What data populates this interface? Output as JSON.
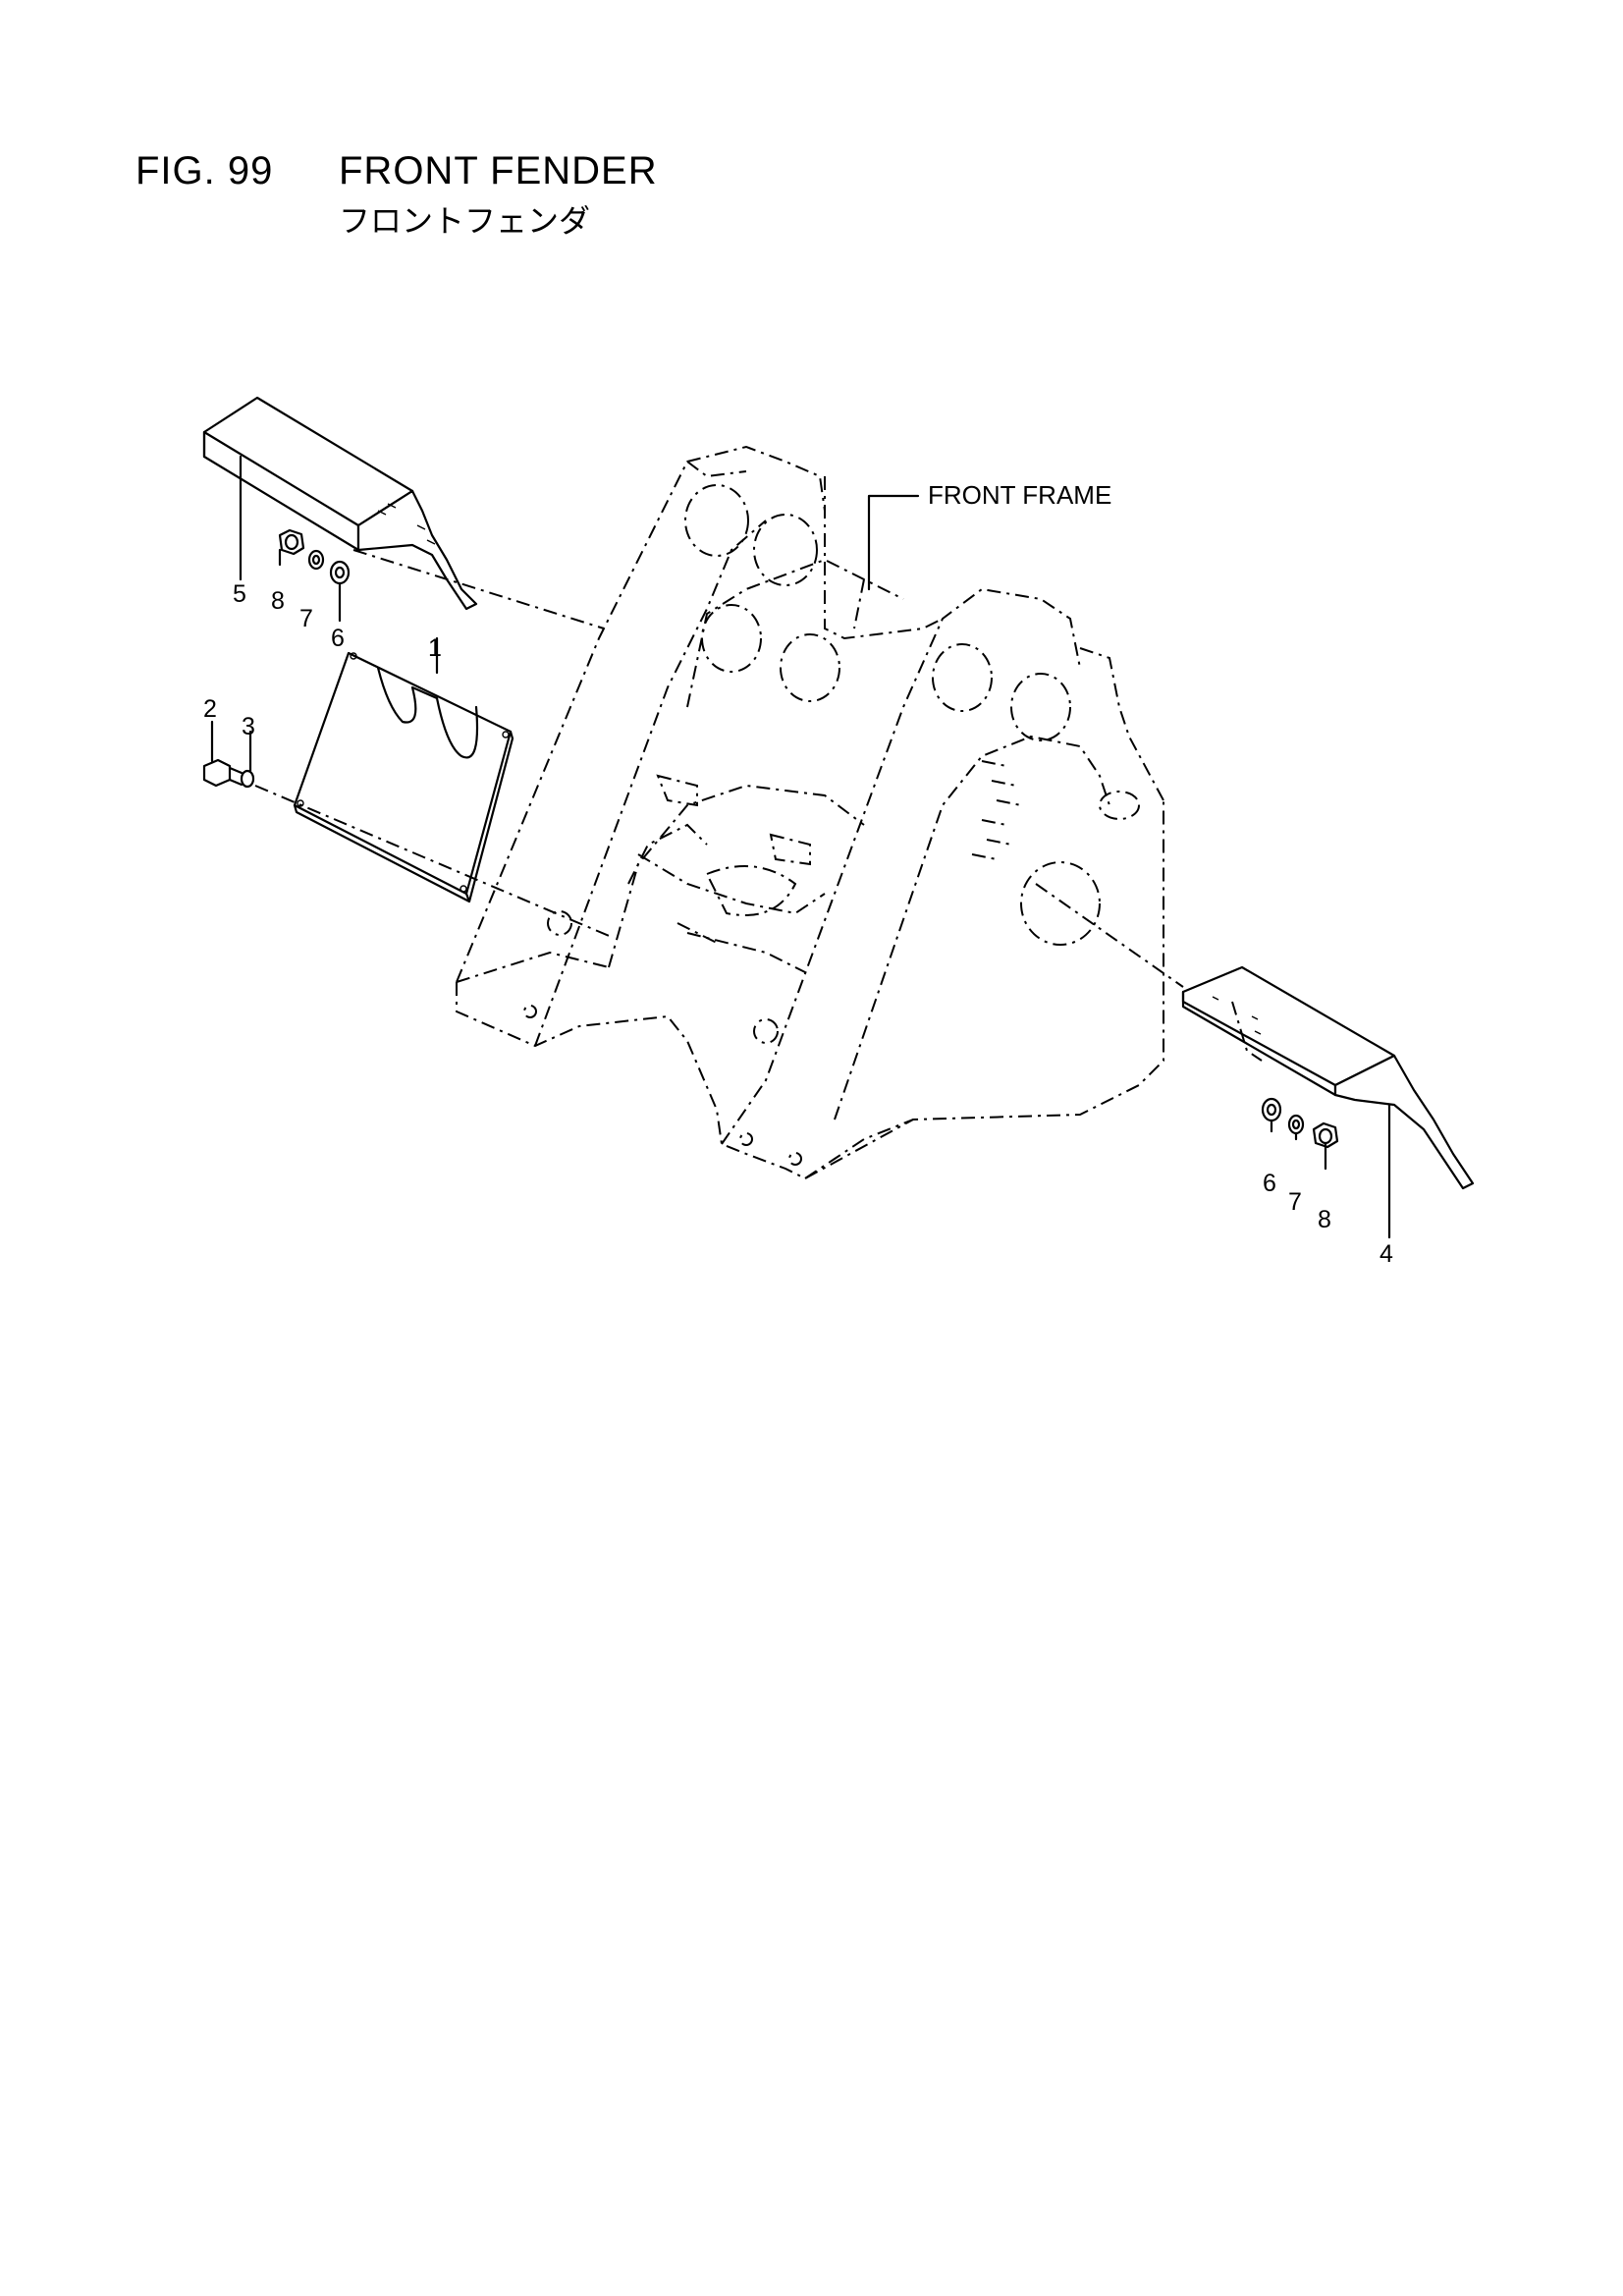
{
  "header": {
    "fig_number": "FIG. 99",
    "title": "FRONT FENDER",
    "subtitle_jp": "フロントフェンダ"
  },
  "labels": {
    "front_frame": "FRONT FRAME"
  },
  "callouts": {
    "c1": "1",
    "c2": "2",
    "c3": "3",
    "c4": "4",
    "c5": "5",
    "c6_left": "6",
    "c7_left": "7",
    "c8_left": "8",
    "c6_right": "6",
    "c7_right": "7",
    "c8_right": "8"
  }
}
